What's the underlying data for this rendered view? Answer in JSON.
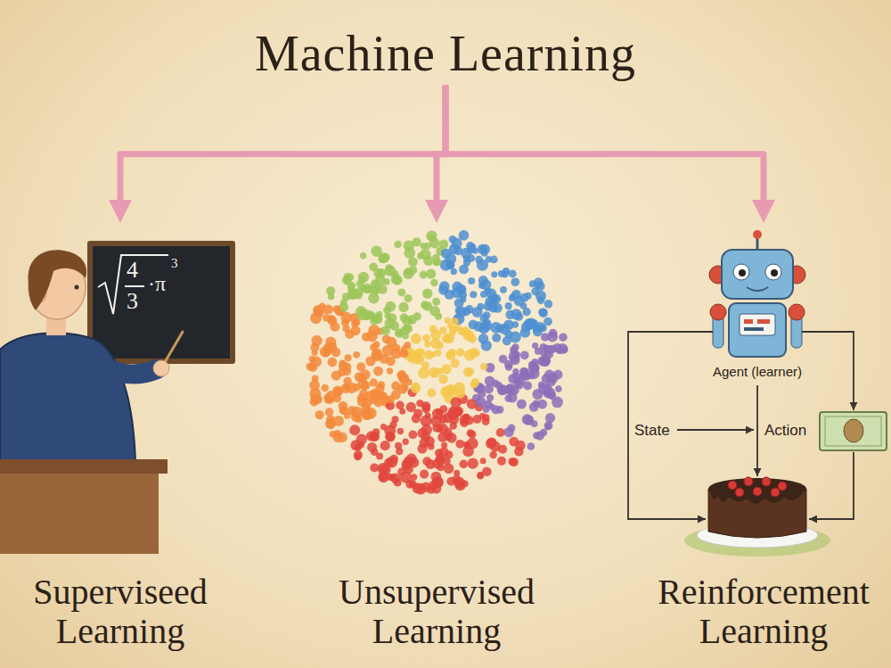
{
  "diagram": {
    "nodes": [
      {
        "text": [
          "Machine Learning"
        ]
      },
      {
        "text": [
          "Superviseed Learning"
        ]
      },
      {
        "text": [
          "Unsupervised Learning"
        ]
      },
      {
        "text": [
          "Reinforcement Learning"
        ]
      }
    ],
    "edges": [
      {
        "from": 0,
        "to": 1,
        "arrow": "to"
      },
      {
        "from": 0,
        "to": 2,
        "arrow": "to"
      },
      {
        "from": 0,
        "to": 3,
        "arrow": "to"
      }
    ],
    "labels": [
      "4",
      "3",
      "·π",
      "3",
      "Agent (learner)",
      "State",
      "Action"
    ]
  }
}
